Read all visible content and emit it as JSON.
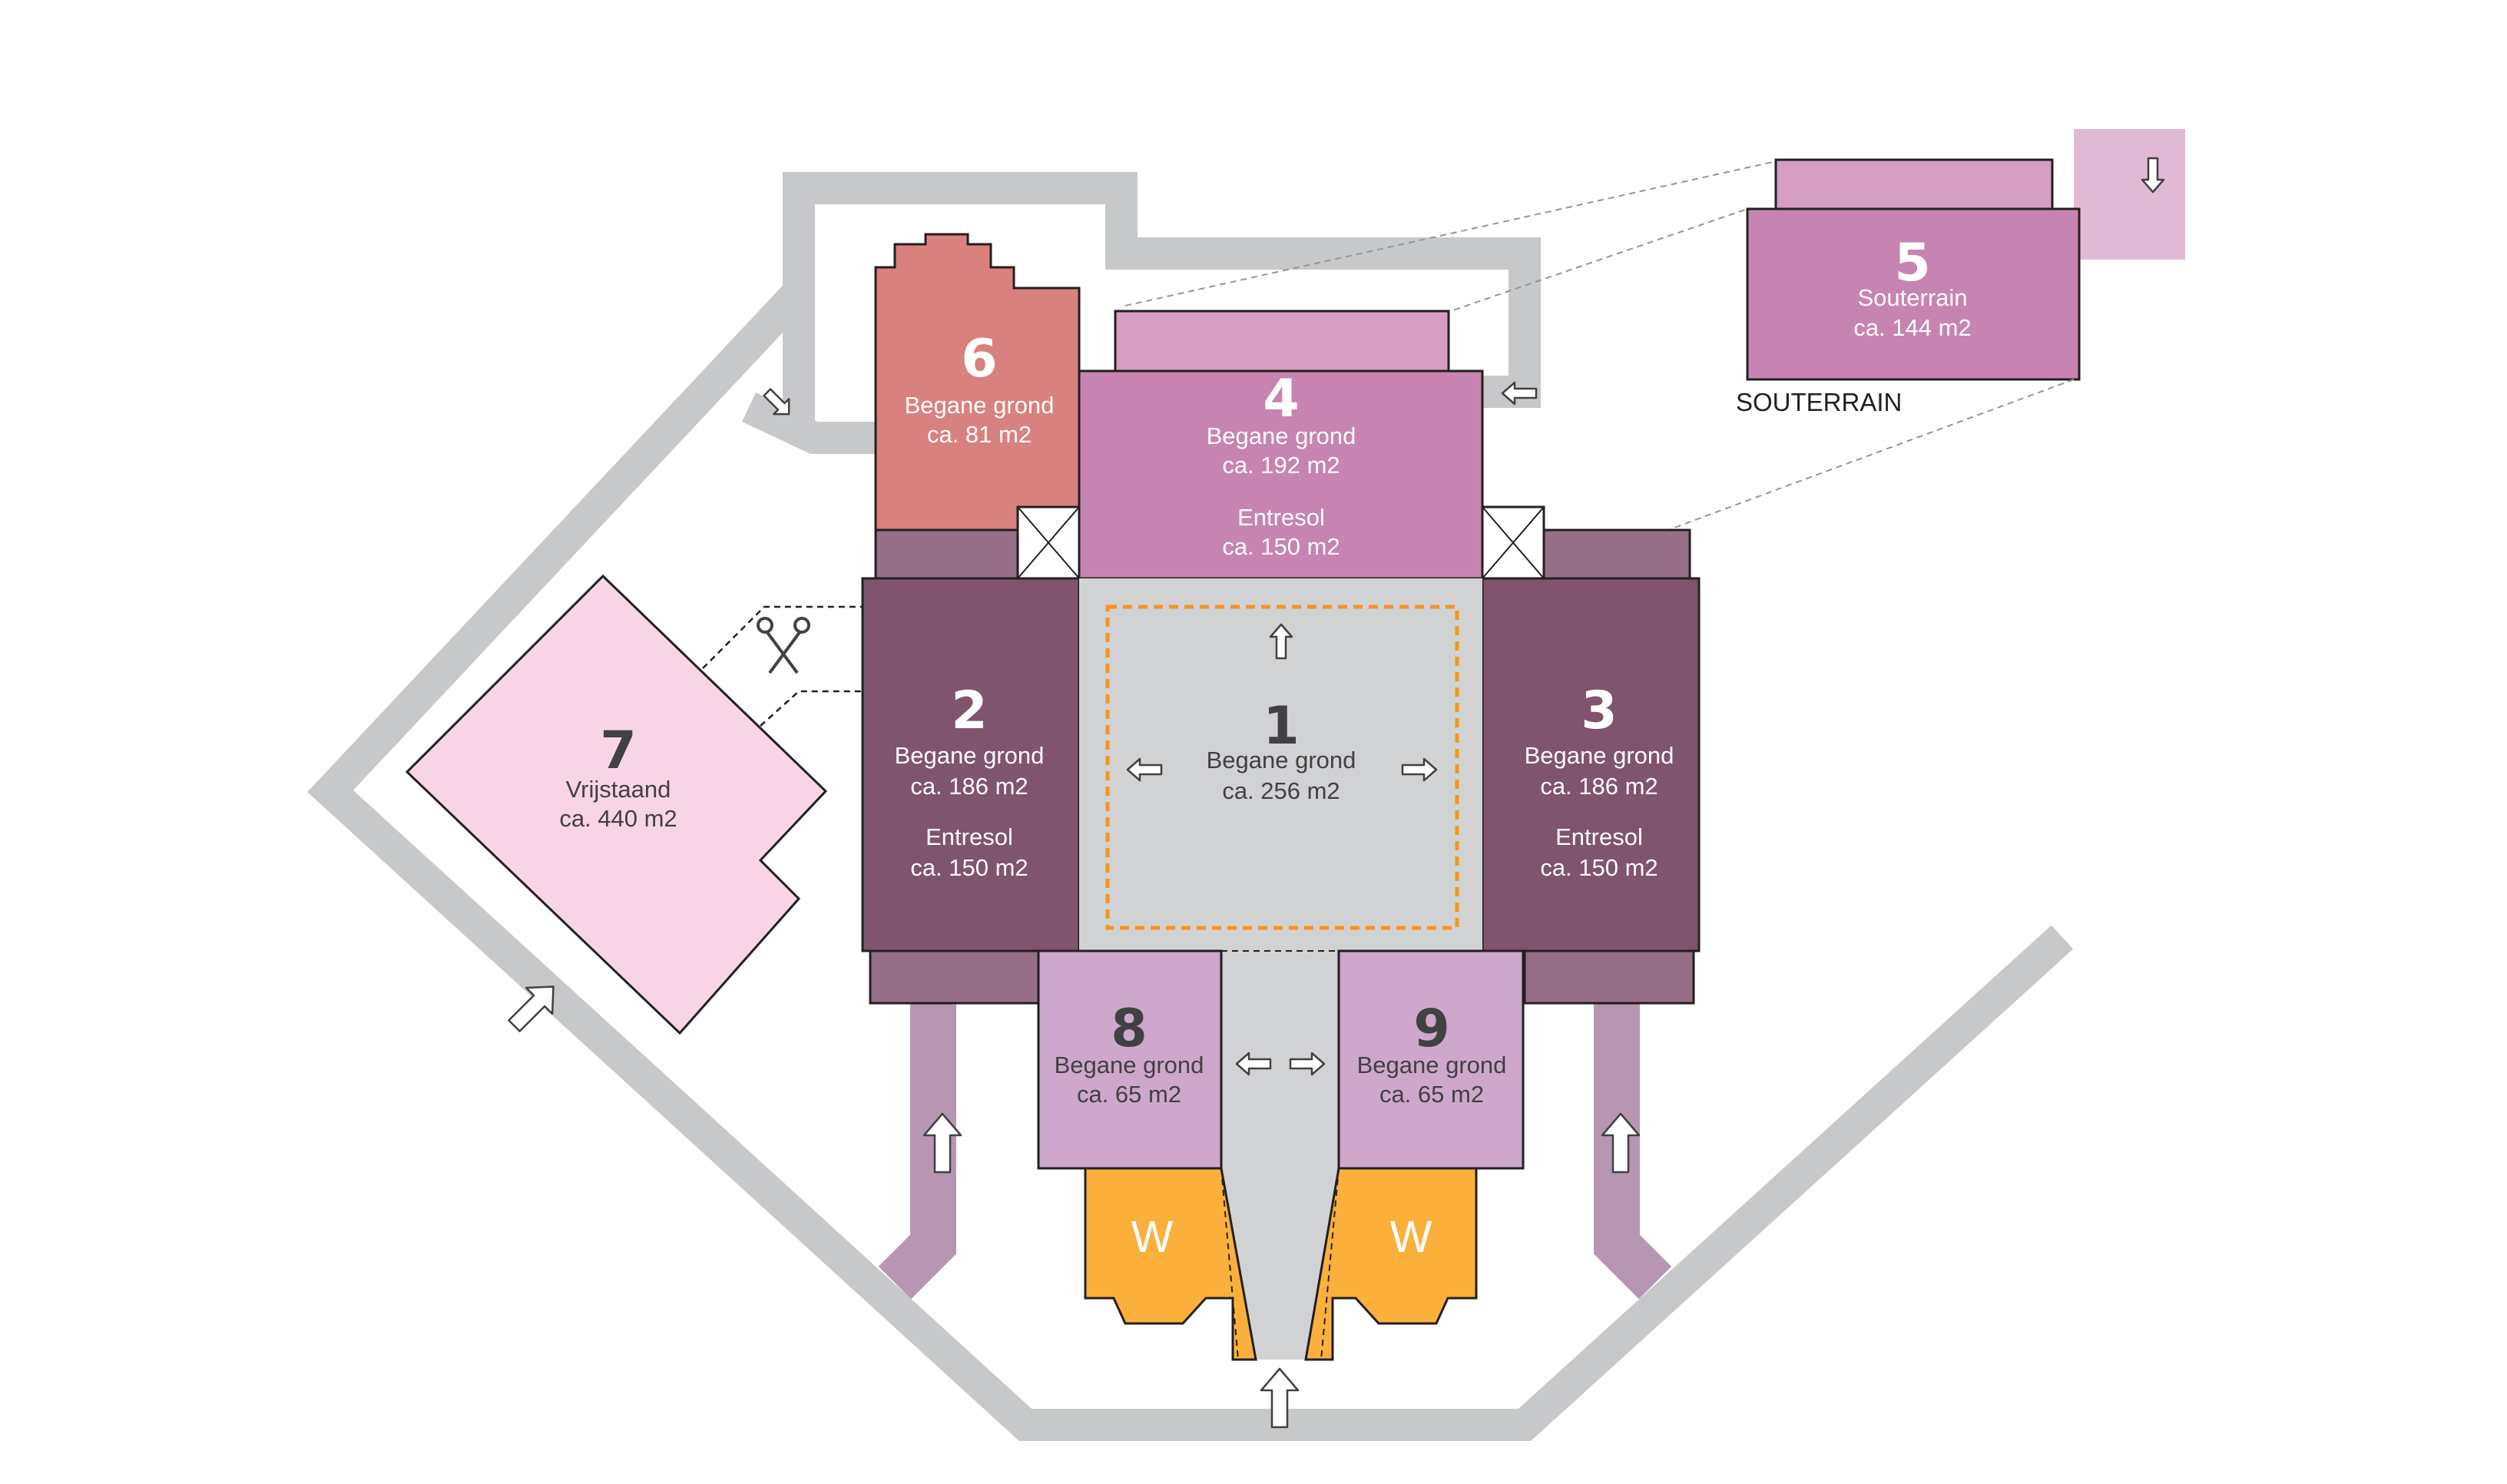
{
  "colors": {
    "path_grey": "#c7c8ca",
    "room1": "#d1d2d4",
    "room2_3": "#80536f",
    "room2_3_band": "#966e88",
    "room4_5": "#c784b0",
    "room4_5_top": "#d59dc0",
    "room5_side": "#e2b9d4",
    "room6": "#d9817f",
    "room7": "#f7d5e7",
    "room8_9": "#cda8cb",
    "wc": "#fbb03b",
    "walkway_mauve": "#b796b2",
    "dashed_orange": "#f7941d"
  },
  "rooms": {
    "r1": {
      "num": "1",
      "l1": "Begane grond",
      "l2": "ca. 256 m2"
    },
    "r2": {
      "num": "2",
      "l1": "Begane grond",
      "l2": "ca. 186 m2",
      "l3": "Entresol",
      "l4": "ca. 150 m2"
    },
    "r3": {
      "num": "3",
      "l1": "Begane grond",
      "l2": "ca. 186 m2",
      "l3": "Entresol",
      "l4": "ca. 150 m2"
    },
    "r4": {
      "num": "4",
      "l1": "Begane grond",
      "l2": "ca. 192 m2",
      "l3": "Entresol",
      "l4": "ca. 150 m2"
    },
    "r5": {
      "num": "5",
      "l1": "Souterrain",
      "l2": "ca. 144 m2"
    },
    "r6": {
      "num": "6",
      "l1": "Begane grond",
      "l2": "ca. 81 m2"
    },
    "r7": {
      "num": "7",
      "l1": "Vrijstaand",
      "l2": "ca. 440 m2"
    },
    "r8": {
      "num": "8",
      "l1": "Begane grond",
      "l2": "ca. 65 m2"
    },
    "r9": {
      "num": "9",
      "l1": "Begane grond",
      "l2": "ca. 65 m2"
    }
  },
  "wc": {
    "left": "W",
    "right": "W"
  },
  "souterrain_caption": "SOUTERRAIN",
  "icons": [
    "arrow-icon",
    "scissors-icon",
    "elevator-cross-icon"
  ]
}
